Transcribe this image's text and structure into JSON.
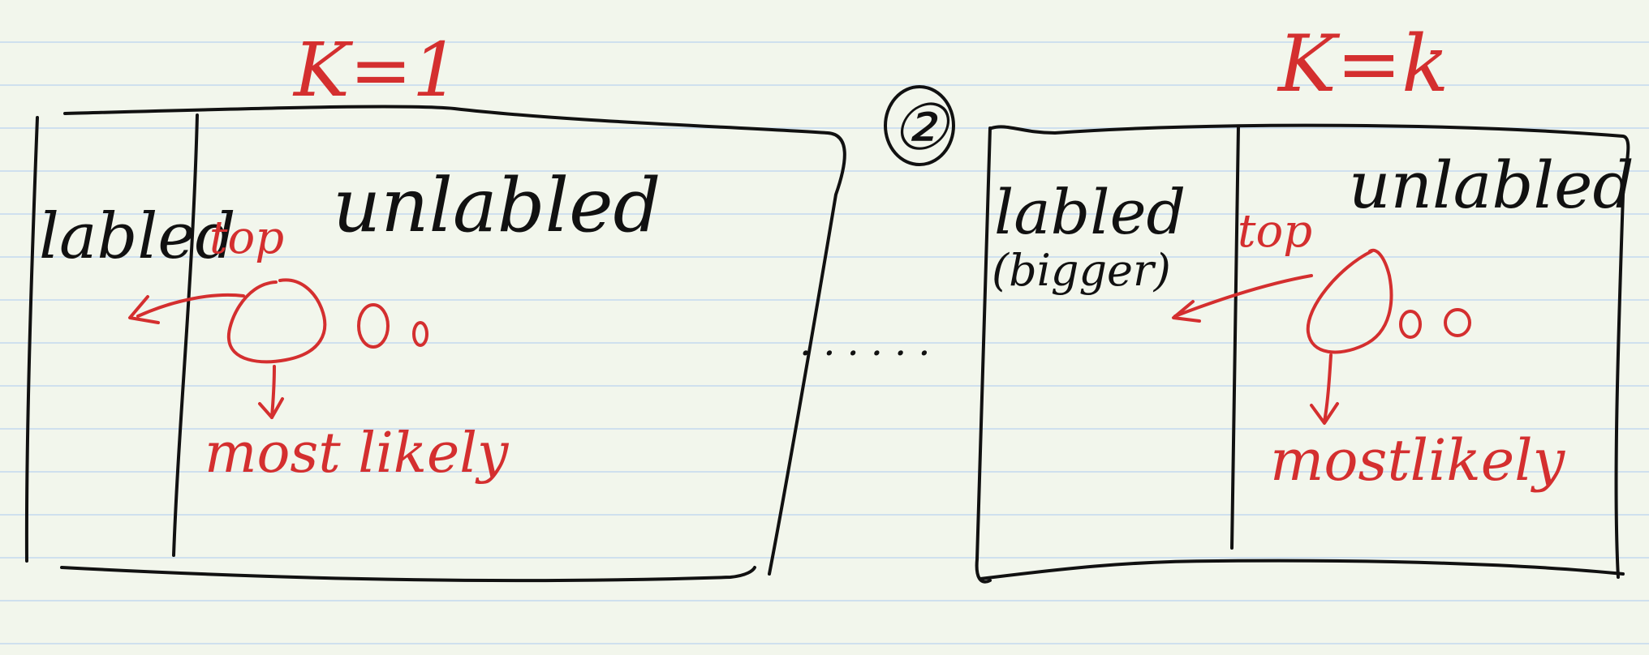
{
  "canvas": {
    "ink_black": "#111111",
    "ink_red": "#d42f2f",
    "paper": "#f2f6ec",
    "rule_line": "#cfe0ee"
  },
  "header_mark": "②",
  "left_panel": {
    "k_label": "K=1",
    "labeled_text": "labled",
    "unlabeled_text": "unlabled",
    "annotation_top": "top",
    "annotation_bottom": "most likely"
  },
  "separator": "......",
  "right_panel": {
    "k_label": "K=k",
    "labeled_text": "labled",
    "labeled_subtext": "(bigger)",
    "unlabeled_text": "unlabled",
    "annotation_top": "top",
    "annotation_bottom": "mostlikely"
  }
}
